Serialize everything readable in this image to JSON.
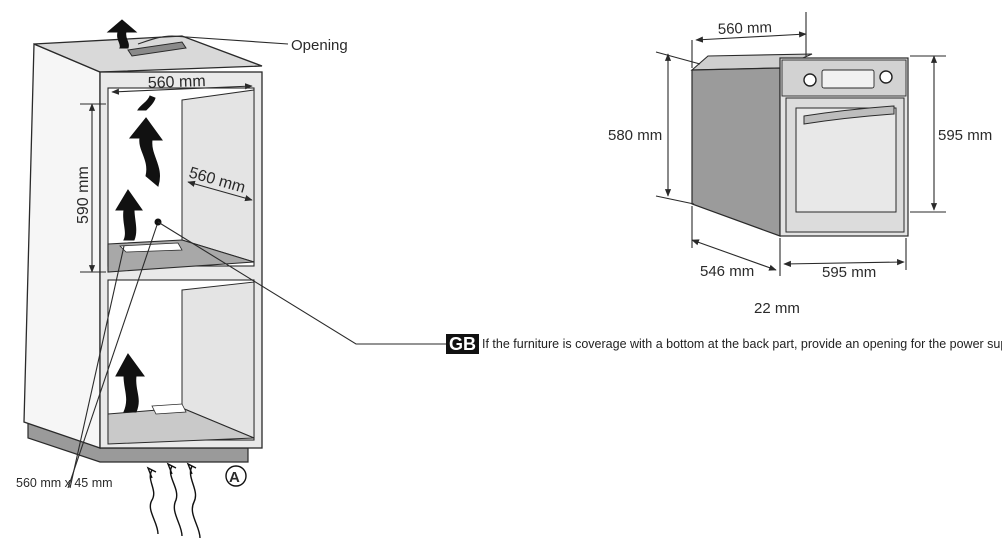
{
  "labels": {
    "opening": "Opening",
    "cabinet_width": "560 mm",
    "cabinet_height": "590 mm",
    "cabinet_depth": "560 mm",
    "vent_size": "560 mm x 45 mm",
    "marker": "A",
    "oven_top_width": "560 mm",
    "oven_body_height": "580 mm",
    "oven_front_height": "595 mm",
    "oven_depth": "546 mm",
    "oven_front_width": "595 mm",
    "oven_front_thickness": "22 mm"
  },
  "note": {
    "badge": "GB",
    "text": "If the furniture is coverage with a bottom at the back part, provide an opening for the power supp"
  },
  "colors": {
    "line": "#2a2a2a",
    "cabinet_fill": "#f4f4f4",
    "cabinet_shade": "#bdbdbd",
    "oven_side": "#9e9e9e",
    "oven_front": "#e2e2e2"
  },
  "icons": [
    "up-arrow-icon",
    "airflow-arrow-icon",
    "oven-knob-icon",
    "oven-handle-icon"
  ]
}
